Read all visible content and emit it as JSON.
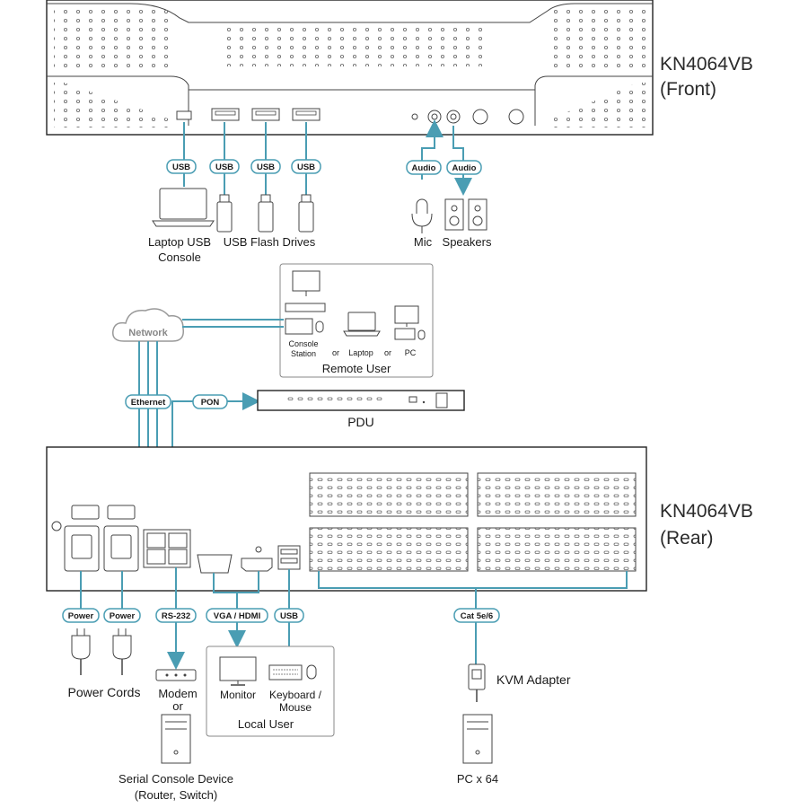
{
  "front": {
    "model": "KN4064VB",
    "side": "(Front)"
  },
  "rear": {
    "model": "KN4064VB",
    "side": "(Rear)"
  },
  "badges": {
    "usb": "USB",
    "audio": "Audio",
    "network": "Network",
    "ethernet": "Ethernet",
    "pon": "PON",
    "power": "Power",
    "rs232": "RS-232",
    "vga_hdmi": "VGA / HDMI",
    "cat": "Cat 5e/6"
  },
  "front_devices": {
    "laptop_line1": "Laptop USB",
    "laptop_line2": "Console",
    "flash": "USB Flash Drives",
    "mic": "Mic",
    "speakers": "Speakers"
  },
  "remote": {
    "console_line1": "Console",
    "console_line2": "Station",
    "or1": "or",
    "laptop": "Laptop",
    "or2": "or",
    "pc": "PC",
    "group": "Remote User"
  },
  "pdu": "PDU",
  "rear_devices": {
    "power_cords": "Power Cords",
    "modem": "Modem",
    "modem_or": "or",
    "serial_line1": "Serial Console Device",
    "serial_line2": "(Router, Switch)",
    "monitor": "Monitor",
    "kbd_line1": "Keyboard /",
    "kbd_line2": "Mouse",
    "local_group": "Local User",
    "kvm_adapter": "KVM Adapter",
    "pc": "PC x 64"
  },
  "colors": {
    "wire": "#4a9db3",
    "outline": "#222222",
    "badge_fill": "#ffffff"
  }
}
